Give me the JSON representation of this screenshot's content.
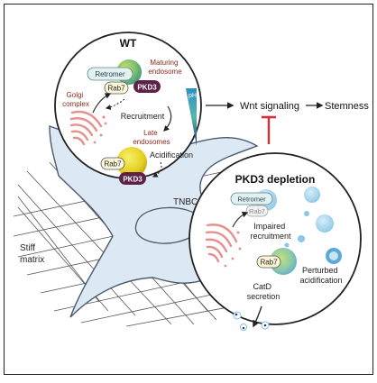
{
  "wt": {
    "title": "WT",
    "retromer": "Retromer",
    "rab7_top": "Rab7",
    "pkd3_top": "PKD3",
    "maturing_endosome": [
      "Maturing",
      "endosome"
    ],
    "golgi_complex": [
      "Golgi",
      "complex"
    ],
    "recruitment": "Recruitment",
    "ph": "pH",
    "late_endosomes": [
      "Late",
      "endosomes"
    ],
    "acidification": "Acidification",
    "rab7_bottom": "Rab7",
    "pkd3_bottom": "PKD3"
  },
  "pathway": {
    "wnt_signaling": "Wnt signaling",
    "stemness": "Stemness"
  },
  "cell": {
    "tnbc_cell": "TNBC cell",
    "stiff_matrix": [
      "Stiff",
      "matrix"
    ]
  },
  "pkd3_depletion": {
    "title": "PKD3 depletion",
    "retromer": "Retromer",
    "rab7_top": "Rab7",
    "impaired_recruitment": [
      "Impaired",
      "recruitment"
    ],
    "rab7_bottom": "Rab7",
    "perturbed_acidification": [
      "Perturbed",
      "acidification"
    ],
    "catd_secretion": [
      "CatD",
      "secretion"
    ]
  },
  "colors": {
    "label_red": "#8b2a1c",
    "retromer_fill": "#e3f1f1",
    "pkd3_fill": "#5e2148",
    "inhibition": "#d22d39",
    "golgi": "#e8908c",
    "cell_fill": "#dde8f5",
    "vesicle_blue": "#7fbfe0"
  }
}
